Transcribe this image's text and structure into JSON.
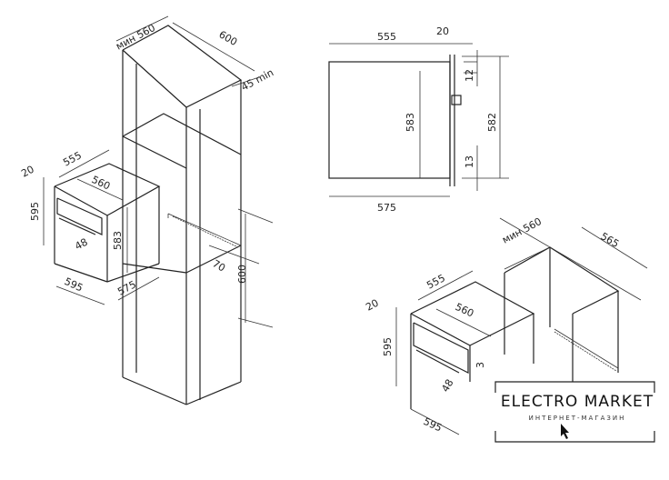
{
  "cabinet_diagram": {
    "labels": {
      "min_width": "мин 560",
      "depth": "600",
      "gap": "45 min",
      "niche_height": "600",
      "vent": "70"
    }
  },
  "oven_left": {
    "labels": {
      "front": "20",
      "width_top": "555",
      "inner": "560",
      "height": "595",
      "inner_height": "583",
      "handle": "48",
      "width": "595",
      "depth": "575"
    }
  },
  "side_view": {
    "labels": {
      "top": "555",
      "front": "20",
      "height": "583",
      "panel_top": "12",
      "panel_bottom": "13",
      "right_height": "582",
      "bottom": "575"
    }
  },
  "oven_right": {
    "labels": {
      "front": "20",
      "width_top": "555",
      "inner": "560",
      "height": "595",
      "handle": "48",
      "inner_height": "3",
      "width": "595",
      "min_width": "мин 560",
      "depth": "565"
    }
  },
  "logo": {
    "title": "ELECTRO MARKET",
    "subtitle": "ИНТЕРНЕТ-МАГАЗИН"
  }
}
